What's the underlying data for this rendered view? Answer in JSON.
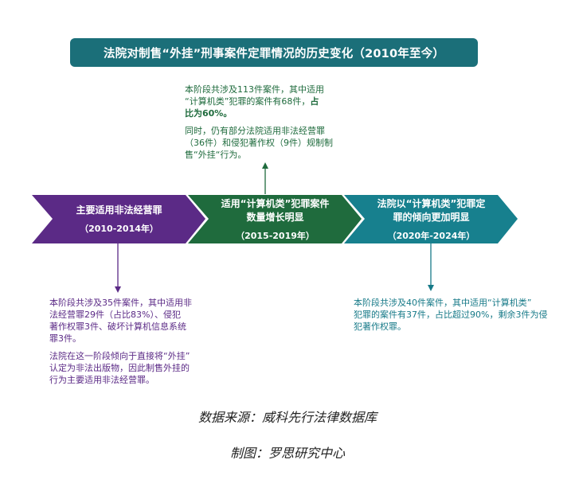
{
  "title": "法院对制售“外挂”刑事案件定罪情况的历史变化（2010年至今）",
  "colors": {
    "title_bg": "#1b6f79",
    "stage1": "#5b2a86",
    "stage2": "#1f6b3d",
    "stage3": "#17808e"
  },
  "stages": [
    {
      "name_lines": [
        "主要适用非法经营罪"
      ],
      "period": "（2010-2014年）"
    },
    {
      "name_lines": [
        "适用“计算机类”犯罪案件",
        "数量增长明显"
      ],
      "period": "（2015-2019年）"
    },
    {
      "name_lines": [
        "法院以“计算机类”犯罪定",
        "罪的倾向更加明显"
      ],
      "period": "（2020年-2024年）"
    }
  ],
  "notes": {
    "stage2": {
      "p1": [
        "本阶段共涉及113件案件，其中适用",
        "“计算机类”犯罪的案件有68件，",
        "比为60%。"
      ],
      "p1_bold_tail": "占",
      "p2": [
        "同时，仍有部分法院适用非法经营罪",
        "（36件）和侵犯著作权（9件）规制制",
        "售“外挂“行为。"
      ]
    },
    "stage1": {
      "p1": [
        "本阶段共涉及35件案件，其中适用非",
        "法经营罪29件（占比83%）、侵犯",
        "著作权罪3件、破坏计算机信息系统",
        "罪3件。"
      ],
      "p2": [
        "法院在这一阶段倾向于直接将“外挂”",
        "认定为非法出版物，因此制售外挂的",
        "行为主要适用非法经营罪。"
      ]
    },
    "stage3": {
      "p1": [
        "本阶段共涉及40件案件，其中适用“计算机类”",
        "犯罪的案件有37件，占比超过90%，剩余3件为侵",
        "犯著作权罪。"
      ]
    }
  },
  "footer": {
    "source": "数据来源：威科先行法律数据库",
    "credit": "制图：罗思研究中心"
  }
}
